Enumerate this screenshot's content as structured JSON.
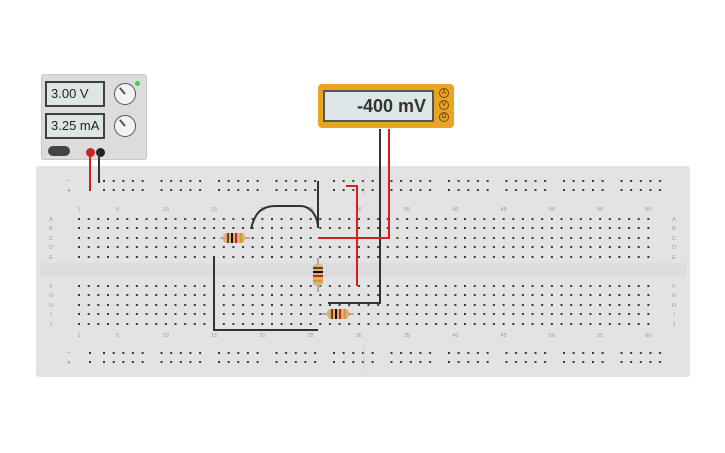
{
  "power_supply": {
    "voltage": "3.00 V",
    "current": "3.25 mA"
  },
  "multimeter": {
    "reading": "-400 mV",
    "modes": [
      "A",
      "V",
      "Ω"
    ]
  },
  "breadboard": {
    "column_labels": [
      "1",
      "5",
      "10",
      "15",
      "20",
      "25",
      "30",
      "35",
      "40",
      "45",
      "50",
      "55",
      "60"
    ],
    "row_labels_top": [
      "A",
      "B",
      "C",
      "D",
      "E"
    ],
    "row_labels_bottom": [
      "F",
      "G",
      "H",
      "I",
      "J"
    ],
    "rail_labels": [
      "−",
      "+"
    ]
  },
  "colors": {
    "wire_red": "#d22020",
    "wire_black": "#333333",
    "resistor_body": "#d7b27a",
    "multimeter_body": "#e8a523"
  }
}
